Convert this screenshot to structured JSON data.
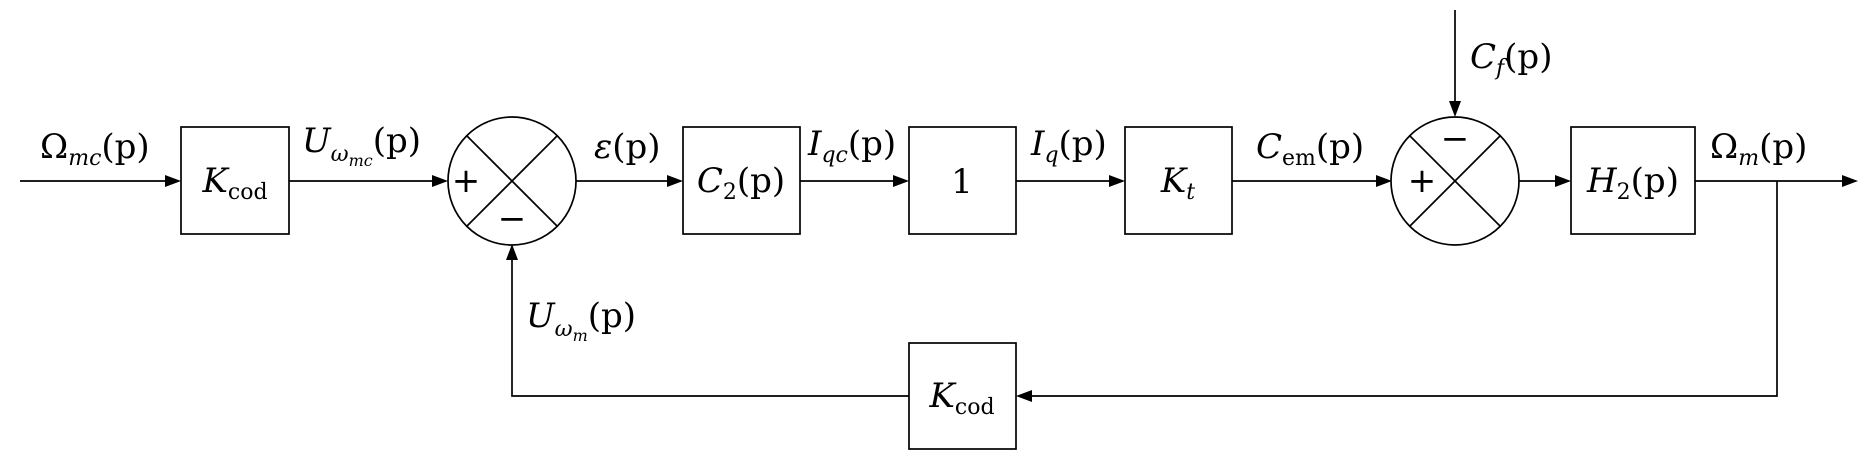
{
  "signals": {
    "omega_mc": {
      "main": "Ω",
      "sub": "mc",
      "arg": "(p)"
    },
    "u_omega_mc": {
      "main": "U",
      "sub": "ω",
      "subsub": "mc",
      "arg": "(p)"
    },
    "epsilon": {
      "main": "ε",
      "arg": "(p)"
    },
    "i_qc": {
      "main": "I",
      "sub": "qc",
      "arg": "(p)"
    },
    "i_q": {
      "main": "I",
      "sub": "q",
      "arg": "(p)"
    },
    "c_em": {
      "main": "C",
      "sub": "em",
      "arg": "(p)"
    },
    "c_f": {
      "main": "C",
      "sub": "f",
      "arg": "(p)"
    },
    "omega_m": {
      "main": "Ω",
      "sub": "m",
      "arg": "(p)"
    },
    "u_omega_m": {
      "main": "U",
      "sub": "ω",
      "subsub": "m",
      "arg": "(p)"
    }
  },
  "blocks": {
    "k_cod_forward": {
      "main": "K",
      "sub": "cod"
    },
    "c2": {
      "main": "C",
      "sub": "2",
      "arg": "(p)"
    },
    "unity": {
      "main": "1"
    },
    "k_t": {
      "main": "K",
      "sub": "t"
    },
    "h2": {
      "main": "H",
      "sub": "2",
      "arg": "(p)"
    },
    "k_cod_feedback": {
      "main": "K",
      "sub": "cod"
    }
  },
  "summers": {
    "first": {
      "plus": "+",
      "minus": "−"
    },
    "second": {
      "plus": "+",
      "minus": "−"
    }
  }
}
